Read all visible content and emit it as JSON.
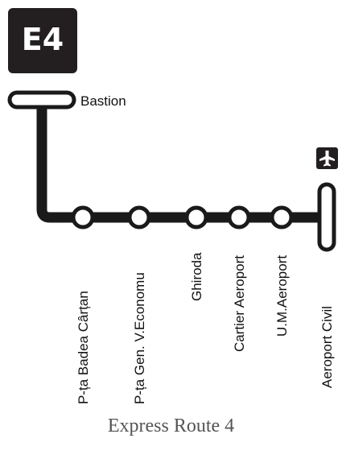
{
  "route": {
    "badge_label": "E4",
    "caption": "Express Route 4",
    "terminus_start": "Bastion",
    "stops": [
      "P-ța Badea Cârțan",
      "P-ța Gen. V.Economu",
      "Ghiroda",
      "Cartier Aeroport",
      "U.M.Aeroport"
    ],
    "terminus_end": "Aeroport Civil",
    "airport_icon": "airplane-icon",
    "colors": {
      "line": "#1a1a1a",
      "badge_bg": "#231f20",
      "badge_text": "#ffffff",
      "stop_fill": "#ffffff",
      "caption": "#555555"
    }
  }
}
